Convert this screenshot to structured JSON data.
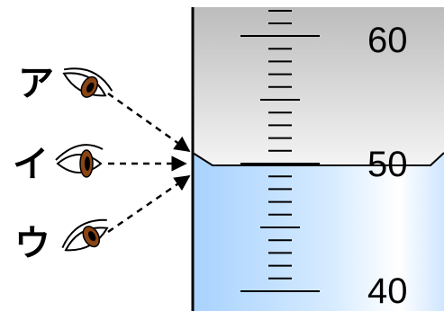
{
  "labels": {
    "a": "ア",
    "i": "イ",
    "u": "ウ"
  },
  "scale": {
    "top": "60",
    "middle": "50",
    "bottom": "40"
  },
  "colors": {
    "cylinder_air_top": "#bdbdbd",
    "cylinder_air_bottom": "#f2f2f2",
    "liquid_edge": "#a9d3ff",
    "liquid_center": "#ffffff",
    "eye_iris": "#8b4513",
    "line": "#000000"
  },
  "icons": {
    "eye_a": "eye-icon",
    "eye_i": "eye-icon",
    "eye_u": "eye-icon"
  }
}
